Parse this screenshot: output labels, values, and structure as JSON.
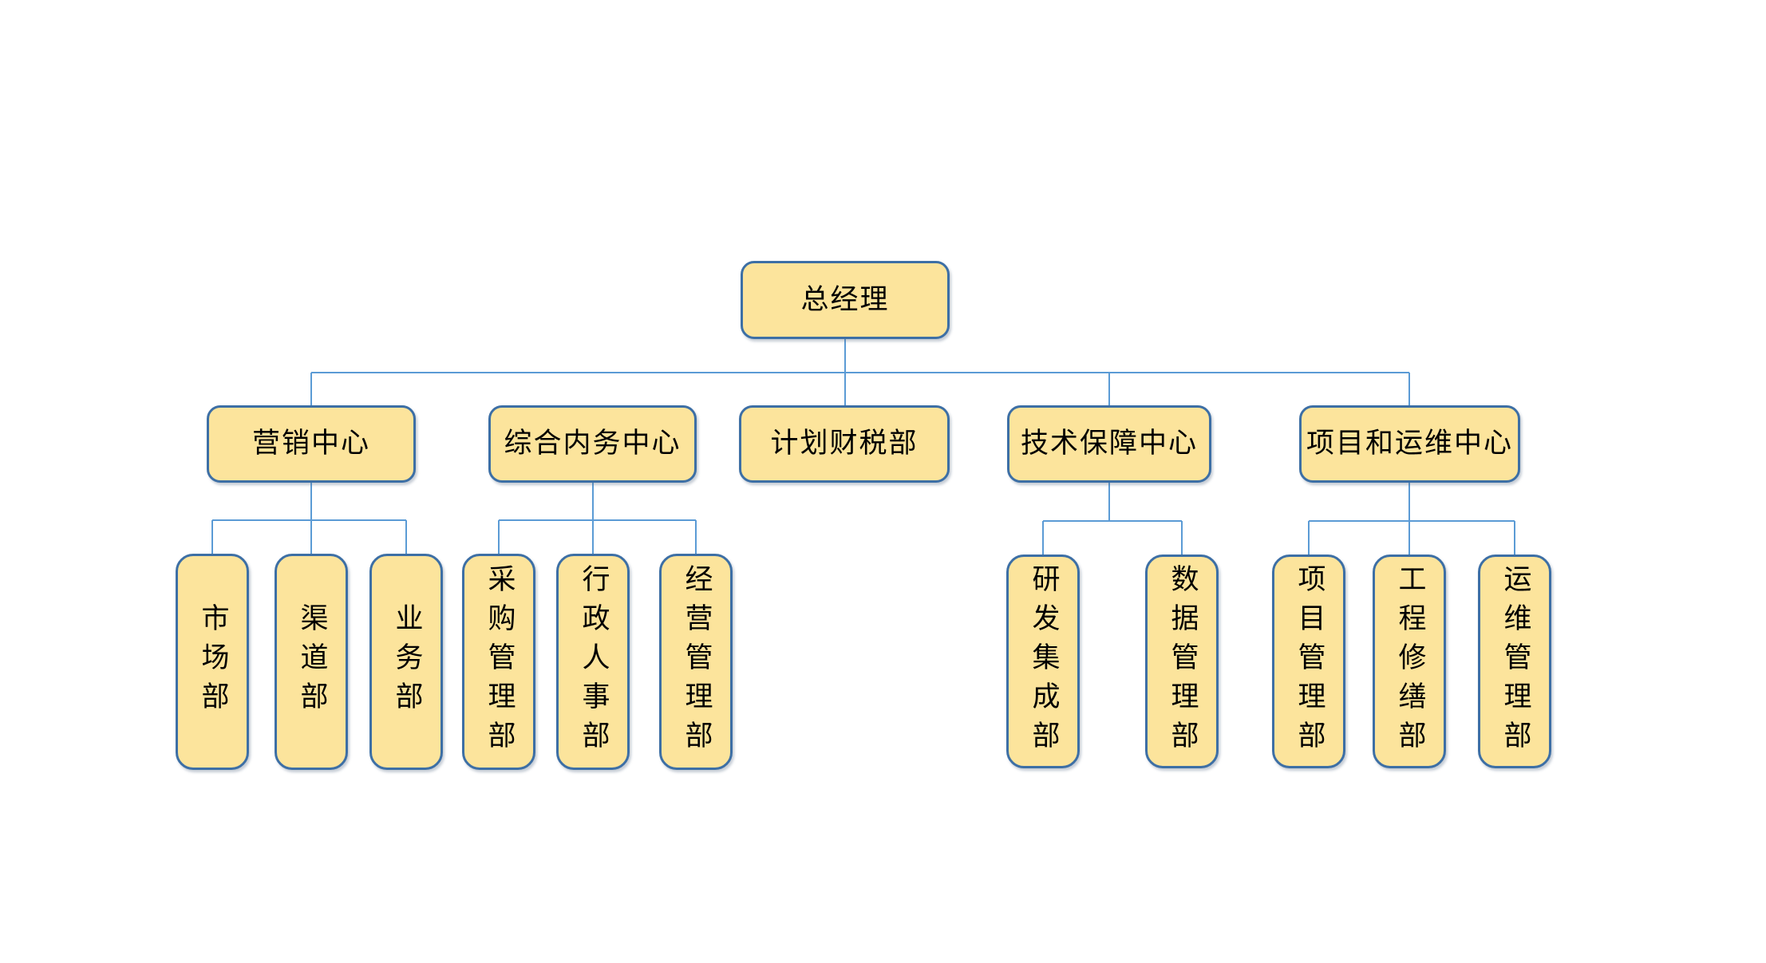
{
  "theme": {
    "node_fill": "#FCE49C",
    "node_border": "#3D6FA5",
    "connector": "#5B9BD5",
    "text": "#000000",
    "background": "#FFFFFF"
  },
  "org": {
    "root": {
      "label": "总经理"
    },
    "centers": [
      {
        "label": "营销中心",
        "children": [
          "市场部",
          "渠道部",
          "业务部"
        ]
      },
      {
        "label": "综合内务中心",
        "children": [
          "采购管理部",
          "行政人事部",
          "经营管理部"
        ]
      },
      {
        "label": "计划财税部",
        "children": []
      },
      {
        "label": "技术保障中心",
        "children": [
          "研发集成部",
          "数据管理部"
        ]
      },
      {
        "label": "项目和运维中心",
        "children": [
          "项目管理部",
          "工程修缮部",
          "运维管理部"
        ]
      }
    ]
  }
}
